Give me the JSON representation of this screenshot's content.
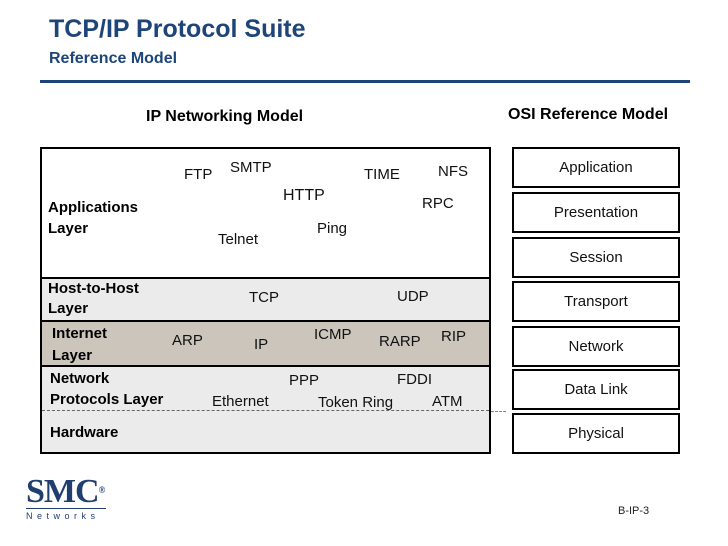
{
  "slide": {
    "title": "TCP/IP Protocol Suite",
    "subtitle": "Reference Model",
    "page_number": "B-IP-3"
  },
  "colors": {
    "title_navy": "#1d4577",
    "logo_navy": "#203e6f",
    "layer_gray": "#ebebeb",
    "internet_layer_tan": "#cbc5bc",
    "box_border": "#000000"
  },
  "ip_model": {
    "heading": "IP Networking Model",
    "layer_labels": {
      "applications": "Applications\nLayer",
      "host_to_host": "Host-to-Host\nLayer",
      "internet": "Internet\nLayer",
      "network_protocols": "Network\nProtocols Layer",
      "hardware": "Hardware"
    },
    "protocols": {
      "ftp": "FTP",
      "smtp": "SMTP",
      "time": "TIME",
      "nfs": "NFS",
      "http": "HTTP",
      "rpc": "RPC",
      "ping": "Ping",
      "telnet": "Telnet",
      "tcp": "TCP",
      "udp": "UDP",
      "arp": "ARP",
      "ip": "IP",
      "icmp": "ICMP",
      "rarp": "RARP",
      "rip": "RIP",
      "ppp": "PPP",
      "fddi": "FDDI",
      "ethernet": "Ethernet",
      "token_ring": "Token Ring",
      "atm": "ATM"
    }
  },
  "osi_model": {
    "heading": "OSI Reference Model",
    "layers": [
      "Application",
      "Presentation",
      "Session",
      "Transport",
      "Network",
      "Data Link",
      "Physical"
    ]
  },
  "logo": {
    "name": "SMC",
    "registered": "®",
    "subtext": "Networks"
  }
}
